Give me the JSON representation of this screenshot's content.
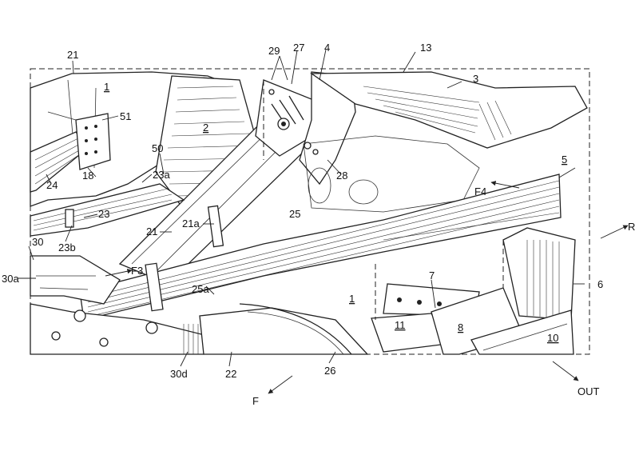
{
  "labels": {
    "l21_top": "21",
    "l1_left": "1",
    "l51": "51",
    "l29": "29",
    "l27": "27",
    "l4": "4",
    "l13": "13",
    "l3": "3",
    "l2": "2",
    "l50": "50",
    "l18": "18",
    "l23a": "23a",
    "l24": "24",
    "l28": "28",
    "l5": "5",
    "lF4": "F4",
    "l25": "25",
    "l21a": "21a",
    "l21_mid": "21",
    "l23": "23",
    "l23b": "23b",
    "l30": "30",
    "l30a": "30a",
    "lF3": "F3",
    "l25a": "25a",
    "lR": "R",
    "l6": "6",
    "l7": "7",
    "l1_low": "1",
    "l11": "11",
    "l8": "8",
    "l10": "10",
    "l30d": "30d",
    "l22": "22",
    "l26": "26",
    "lOUT": "OUT",
    "lF": "F"
  },
  "colors": {
    "line": "#222222",
    "background": "#ffffff"
  }
}
